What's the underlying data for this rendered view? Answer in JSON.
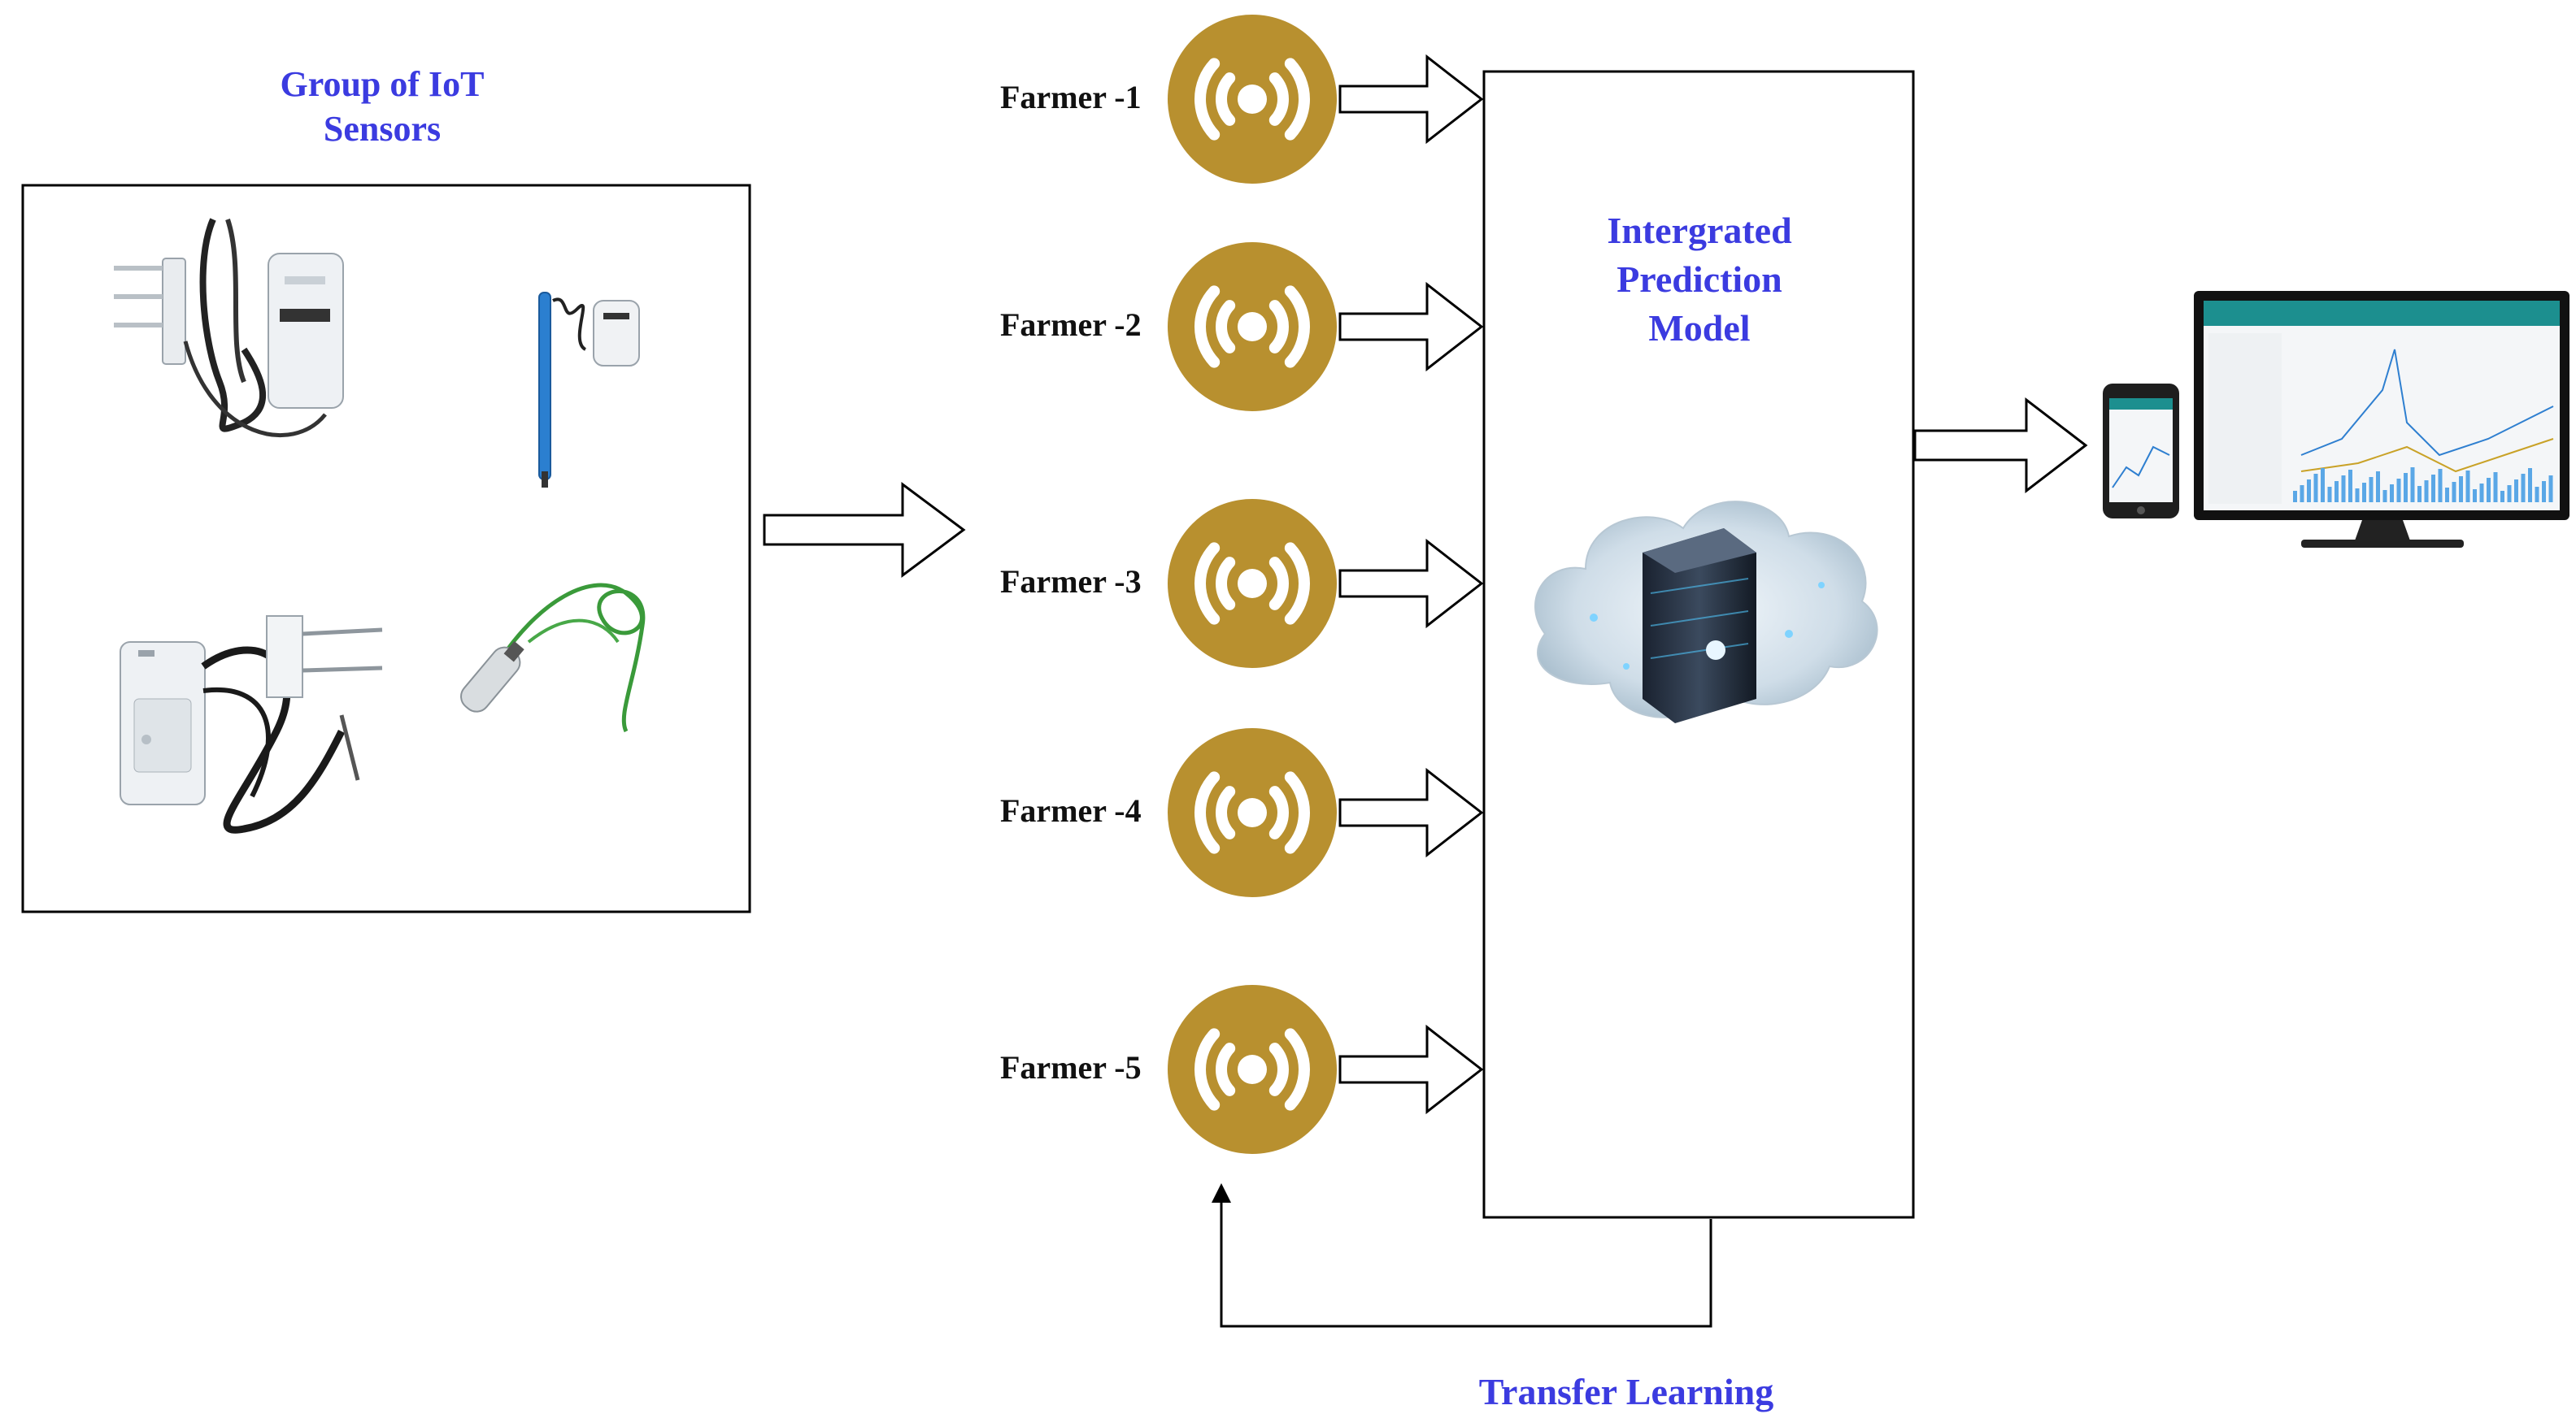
{
  "sensors_group": {
    "title_line1": "Group of IoT",
    "title_line2": "Sensors"
  },
  "farmers": [
    {
      "label": "Farmer -1"
    },
    {
      "label": "Farmer -2"
    },
    {
      "label": "Farmer -3"
    },
    {
      "label": "Farmer -4"
    },
    {
      "label": "Farmer -5"
    }
  ],
  "model": {
    "line1": "Intergrated",
    "line2": "Prediction",
    "line3": "Model"
  },
  "feedback": {
    "label": "Transfer Learning"
  },
  "colors": {
    "label_blue": "#3b3be0",
    "node_gold": "#b8902f",
    "line": "#000000"
  },
  "icons": [
    "wireless-signal-icon",
    "cloud-server-icon",
    "phone-icon",
    "monitor-icon",
    "sensor-device-icon"
  ]
}
